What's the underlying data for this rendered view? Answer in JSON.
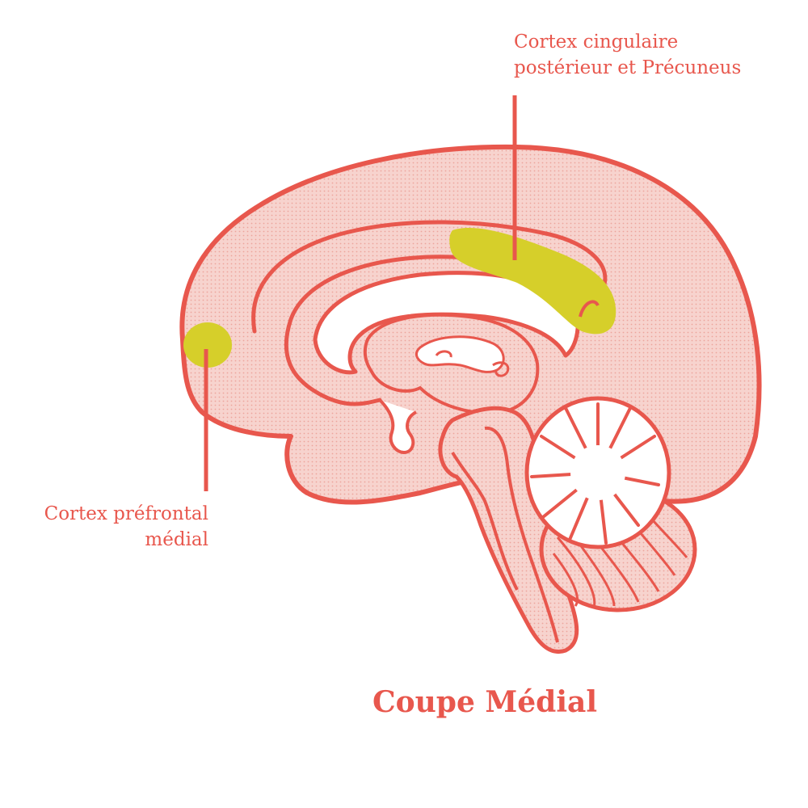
{
  "colors": {
    "outline": "#e8574d",
    "fill": "#f6c9c3",
    "highlight": "#d6cf2a",
    "text": "#e8574d"
  },
  "labels": {
    "pcc_line1": "Cortex cingulaire",
    "pcc_line2": "postérieur et Précuneus",
    "mpfc_line1": "Cortex préfrontal",
    "mpfc_line2": "médial"
  },
  "caption": "Coupe Médial"
}
